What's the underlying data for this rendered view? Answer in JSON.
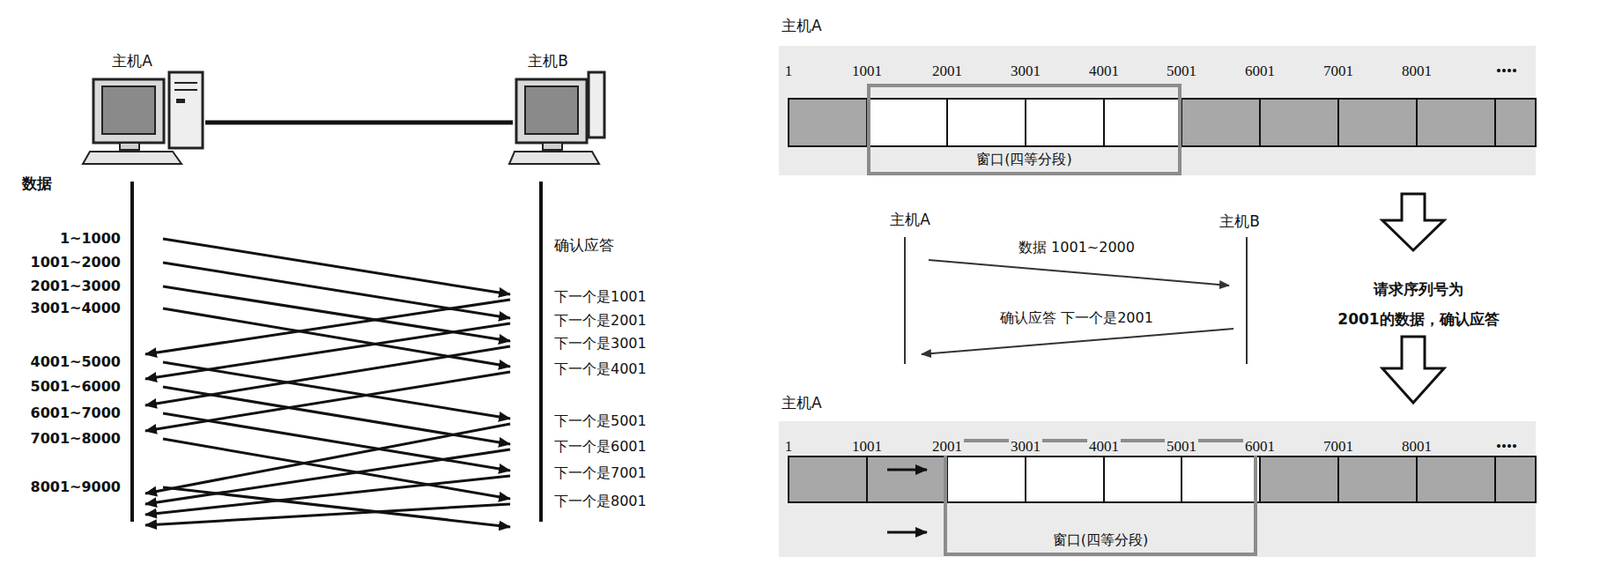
{
  "diagram": {
    "nodes": [
      {
        "text": [
          "主机A"
        ]
      },
      {
        "text": [
          "主机B"
        ]
      },
      {
        "text": [
          "窗口(四等分段)"
        ]
      },
      {
        "text": [
          "窗口(四等分段)"
        ]
      }
    ],
    "edges": [
      {
        "from": 0,
        "to": 1,
        "arrow": "none"
      }
    ],
    "labels": [
      "数据",
      "1~1000",
      "1001~2000",
      "2001~3000",
      "3001~4000",
      "4001~5000",
      "5001~6000",
      "6001~7000",
      "7001~8000",
      "8001~9000",
      "确认应答",
      "下一个是1001",
      "下一个是2001",
      "下一个是3001",
      "下一个是4001",
      "下一个是5001",
      "下一个是6001",
      "下一个是7001",
      "下一个是8001",
      "主机A",
      "1",
      "1001",
      "2001",
      "3001",
      "4001",
      "5001",
      "6001",
      "7001",
      "8001",
      "••••",
      "主机A",
      "主机B",
      "数据 1001~2000",
      "确认应答 下一个是2001",
      "请求序列号为",
      "2001的数据，确认应答",
      "主机A",
      "1",
      "1001",
      "2001",
      "3001",
      "4001",
      "5001",
      "6001",
      "7001",
      "8001",
      "••••"
    ]
  }
}
